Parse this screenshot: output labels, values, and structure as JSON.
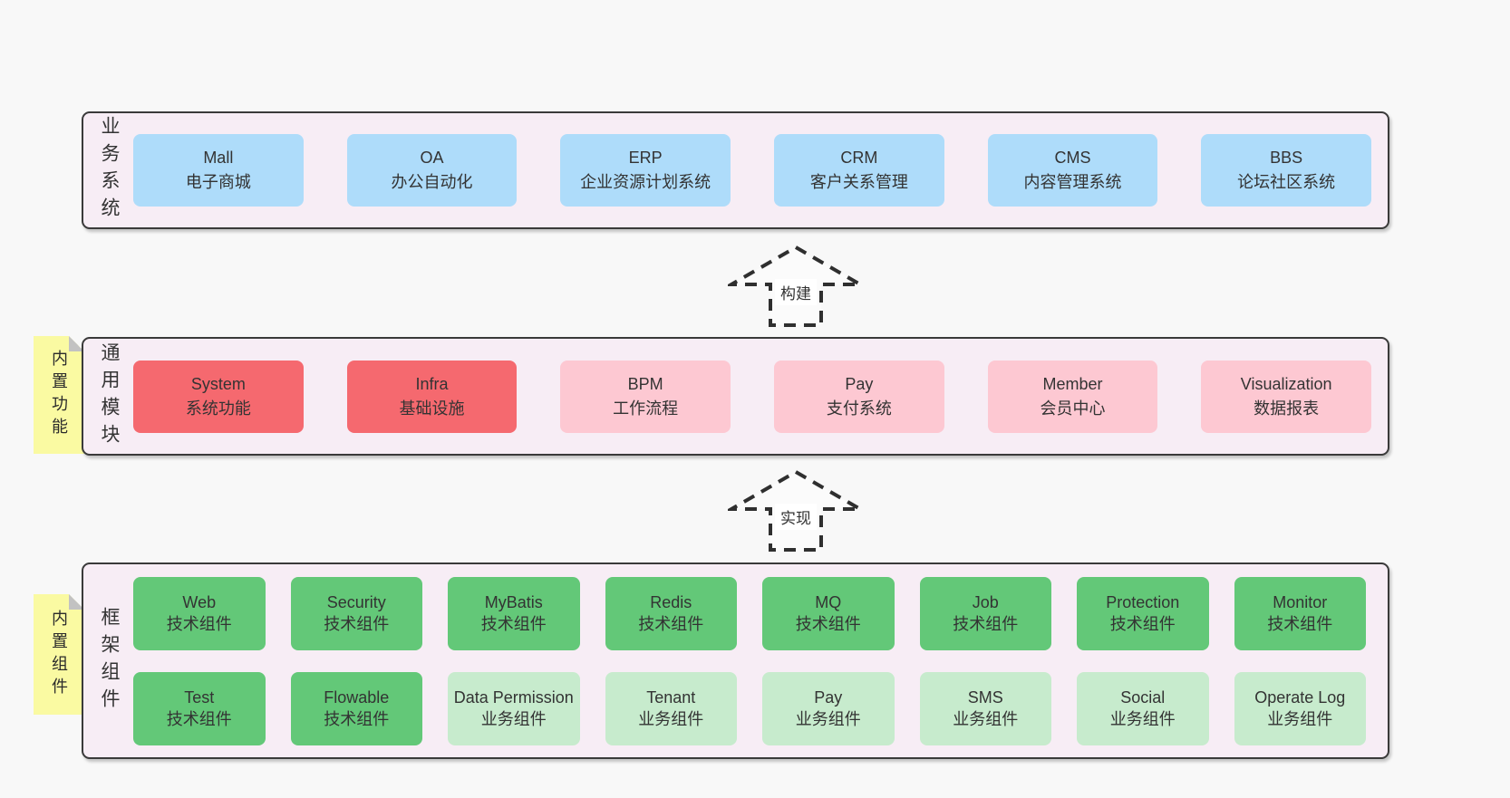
{
  "colors": {
    "page_bg": "#f8f8f8",
    "band_bg": "#f7edf5",
    "band_border": "#3a3a3a",
    "blue": "#aedcfa",
    "red": "#f5696f",
    "pink": "#fdc8d2",
    "green": "#63c878",
    "light_green": "#c7ebcd",
    "yellow": "#fafaa2",
    "fold_gray": "#c2c2c2",
    "text": "#333333"
  },
  "arrows": [
    {
      "label": "构建"
    },
    {
      "label": "实现"
    }
  ],
  "bands": [
    {
      "label": "业务系统",
      "boxes": [
        {
          "name": "Mall",
          "desc": "电子商城",
          "variant": "blue"
        },
        {
          "name": "OA",
          "desc": "办公自动化",
          "variant": "blue"
        },
        {
          "name": "ERP",
          "desc": "企业资源计划系统",
          "variant": "blue"
        },
        {
          "name": "CRM",
          "desc": "客户关系管理",
          "variant": "blue"
        },
        {
          "name": "CMS",
          "desc": "内容管理系统",
          "variant": "blue"
        },
        {
          "name": "BBS",
          "desc": "论坛社区系统",
          "variant": "blue"
        }
      ]
    },
    {
      "label": "通用模块",
      "note": "内置功能",
      "boxes": [
        {
          "name": "System",
          "desc": "系统功能",
          "variant": "red"
        },
        {
          "name": "Infra",
          "desc": "基础设施",
          "variant": "red"
        },
        {
          "name": "BPM",
          "desc": "工作流程",
          "variant": "pink"
        },
        {
          "name": "Pay",
          "desc": "支付系统",
          "variant": "pink"
        },
        {
          "name": "Member",
          "desc": "会员中心",
          "variant": "pink"
        },
        {
          "name": "Visualization",
          "desc": "数据报表",
          "variant": "pink"
        }
      ]
    },
    {
      "label": "框架组件",
      "note": "内置组件",
      "boxes": [
        {
          "name": "Web",
          "desc": "技术组件",
          "variant": "green"
        },
        {
          "name": "Security",
          "desc": "技术组件",
          "variant": "green"
        },
        {
          "name": "MyBatis",
          "desc": "技术组件",
          "variant": "green"
        },
        {
          "name": "Redis",
          "desc": "技术组件",
          "variant": "green"
        },
        {
          "name": "MQ",
          "desc": "技术组件",
          "variant": "green"
        },
        {
          "name": "Job",
          "desc": "技术组件",
          "variant": "green"
        },
        {
          "name": "Protection",
          "desc": "技术组件",
          "variant": "green"
        },
        {
          "name": "Monitor",
          "desc": "技术组件",
          "variant": "green"
        },
        {
          "name": "Test",
          "desc": "技术组件",
          "variant": "green"
        },
        {
          "name": "Flowable",
          "desc": "技术组件",
          "variant": "green"
        },
        {
          "name": "Data Permission",
          "desc": "业务组件",
          "variant": "light-green"
        },
        {
          "name": "Tenant",
          "desc": "业务组件",
          "variant": "light-green"
        },
        {
          "name": "Pay",
          "desc": "业务组件",
          "variant": "light-green"
        },
        {
          "name": "SMS",
          "desc": "业务组件",
          "variant": "light-green"
        },
        {
          "name": "Social",
          "desc": "业务组件",
          "variant": "light-green"
        },
        {
          "name": "Operate Log",
          "desc": "业务组件",
          "variant": "light-green"
        }
      ]
    }
  ]
}
